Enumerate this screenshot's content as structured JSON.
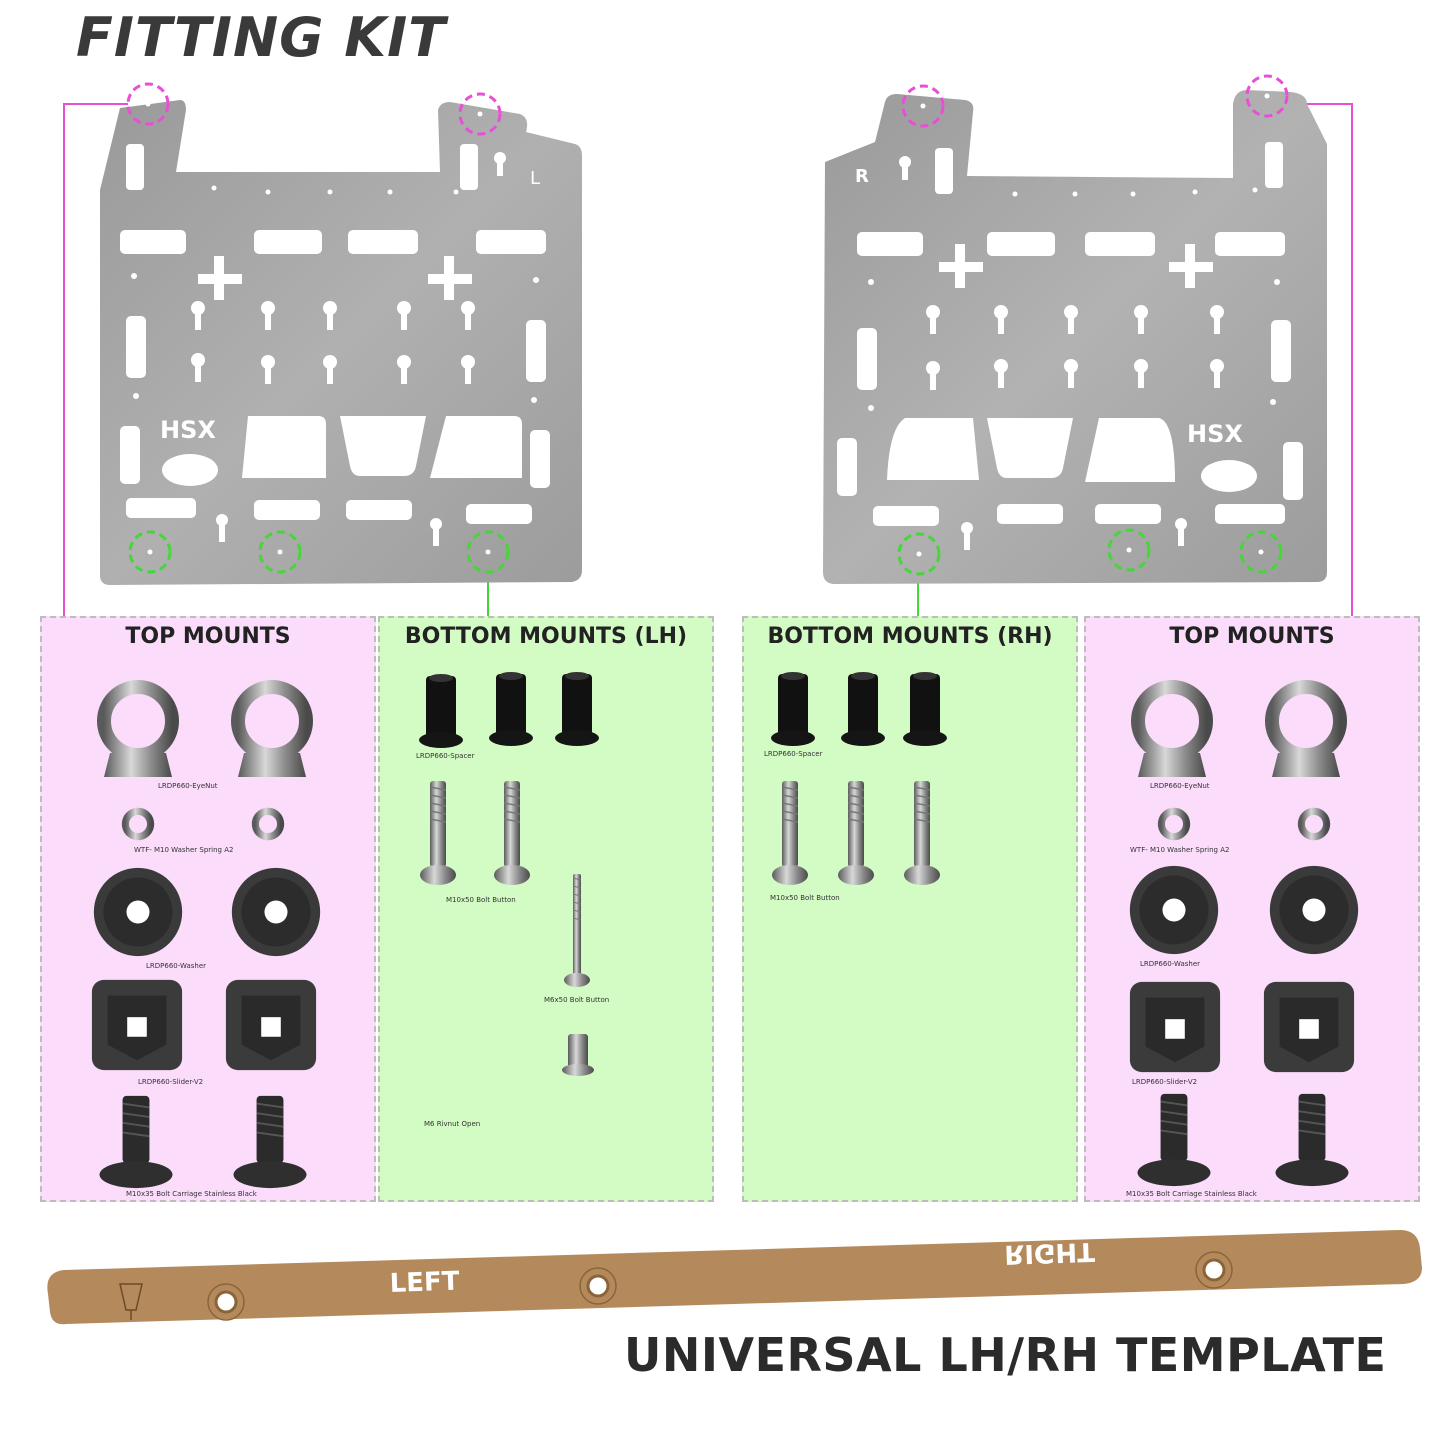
{
  "header": {
    "title": "FITTING KIT"
  },
  "footer": {
    "title": "UNIVERSAL LH/RH TEMPLATE"
  },
  "plates": {
    "left": {
      "logo": "HSX",
      "side_mark": "L"
    },
    "right": {
      "logo": "HSX",
      "side_mark": "R"
    }
  },
  "panels": {
    "top_left": {
      "title": "TOP MOUNTS",
      "captions": {
        "eyenut": "LRDP660-EyeNut",
        "washer_spring": "WTF- M10 Washer Spring A2",
        "washer": "LRDP660-Washer",
        "slider": "LRDP660-Slider-V2",
        "bolt": "M10x35 Bolt Carriage Stainless Black"
      }
    },
    "bottom_lh": {
      "title": "BOTTOM MOUNTS (LH)",
      "captions": {
        "spacer": "LRDP660-Spacer",
        "bolt_m10": "M10x50 Bolt Button",
        "bolt_m6": "M6x50 Bolt Button",
        "rivnut": "M6 Rivnut Open"
      }
    },
    "bottom_rh": {
      "title": "BOTTOM MOUNTS (RH)",
      "captions": {
        "spacer": "LRDP660-Spacer",
        "bolt_m10": "M10x50 Bolt Button"
      }
    },
    "top_right": {
      "title": "TOP MOUNTS",
      "captions": {
        "eyenut": "LRDP660-EyeNut",
        "washer_spring": "WTF- M10 Washer Spring A2",
        "washer": "LRDP660-Washer",
        "slider": "LRDP660-Slider-V2",
        "bolt": "M10x35 Bolt Carriage Stainless Black"
      }
    }
  },
  "template": {
    "left_label": "LEFT",
    "right_label": "RIGHT"
  },
  "colors": {
    "pink_accent": "#e84fd6",
    "green_accent": "#46d63a",
    "pink_panel": "#fbdcfb",
    "green_panel": "#d3fcc4",
    "plate": "#a3a3a3",
    "cardboard": "#b48a5c"
  }
}
